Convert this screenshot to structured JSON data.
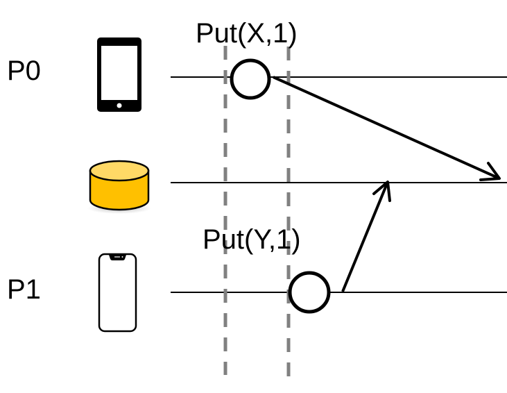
{
  "processes": [
    {
      "id": "P0",
      "label": "P0",
      "device": "tablet-phone-icon"
    },
    {
      "id": "DB",
      "label": "",
      "device": "database-icon"
    },
    {
      "id": "P1",
      "label": "P1",
      "device": "smartphone-icon"
    }
  ],
  "events": [
    {
      "process": "P0",
      "label": "Put(X,1)"
    },
    {
      "process": "P1",
      "label": "Put(Y,1)"
    }
  ],
  "messages": [
    {
      "from": "P0",
      "to": "DB",
      "event": "Put(X,1)"
    },
    {
      "from": "P1",
      "to": "DB",
      "event": "Put(Y,1)"
    }
  ],
  "colors": {
    "line": "#000000",
    "dashed": "#808080",
    "db_top": "#FFD966",
    "db_body": "#FFC000"
  }
}
